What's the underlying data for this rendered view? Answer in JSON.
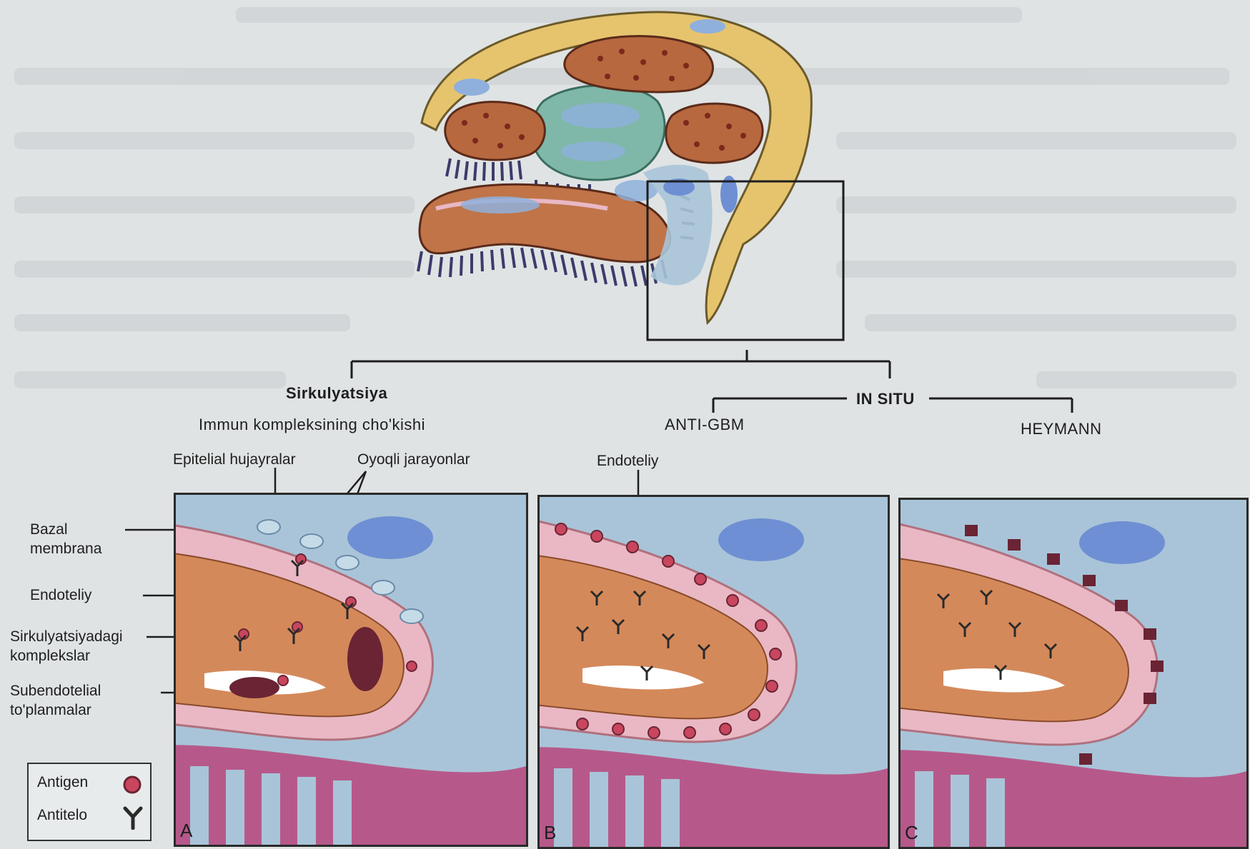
{
  "top_labels": {
    "circulation": "Sirkulyatsiya",
    "immune_complex": "Immun kompleksining cho'kishi",
    "in_situ": "IN SITU",
    "anti_gbm": "ANTI-GBM",
    "heymann": "HEYMANN"
  },
  "callouts": {
    "epithelial": "Epitelial hujayralar",
    "podocyte_processes": "Oyoqli jarayonlar",
    "endothelium_b": "Endoteliy"
  },
  "side_labels": {
    "basal_membrane": [
      "Bazal",
      "membrana"
    ],
    "endothelium": "Endoteliy",
    "circulating": [
      "Sirkulyatsiyadagi",
      "komplekslar"
    ],
    "subendothelial": [
      "Subendotelial",
      "to'planmalar"
    ]
  },
  "legend": {
    "antigen": "Antigen",
    "antibody": "Antitelo",
    "antigen_color": "#c8465e",
    "antibody_color": "#2a2a2a"
  },
  "panels": [
    {
      "letter": "A"
    },
    {
      "letter": "B"
    },
    {
      "letter": "C"
    }
  ],
  "colors": {
    "capillary": "#d4895a",
    "membrane": "#e9b8c4",
    "cell": "#a9c4d8",
    "nucleus": "#6e8fd3",
    "deposit": "#6a2434",
    "capsule": "#e6c46e"
  }
}
